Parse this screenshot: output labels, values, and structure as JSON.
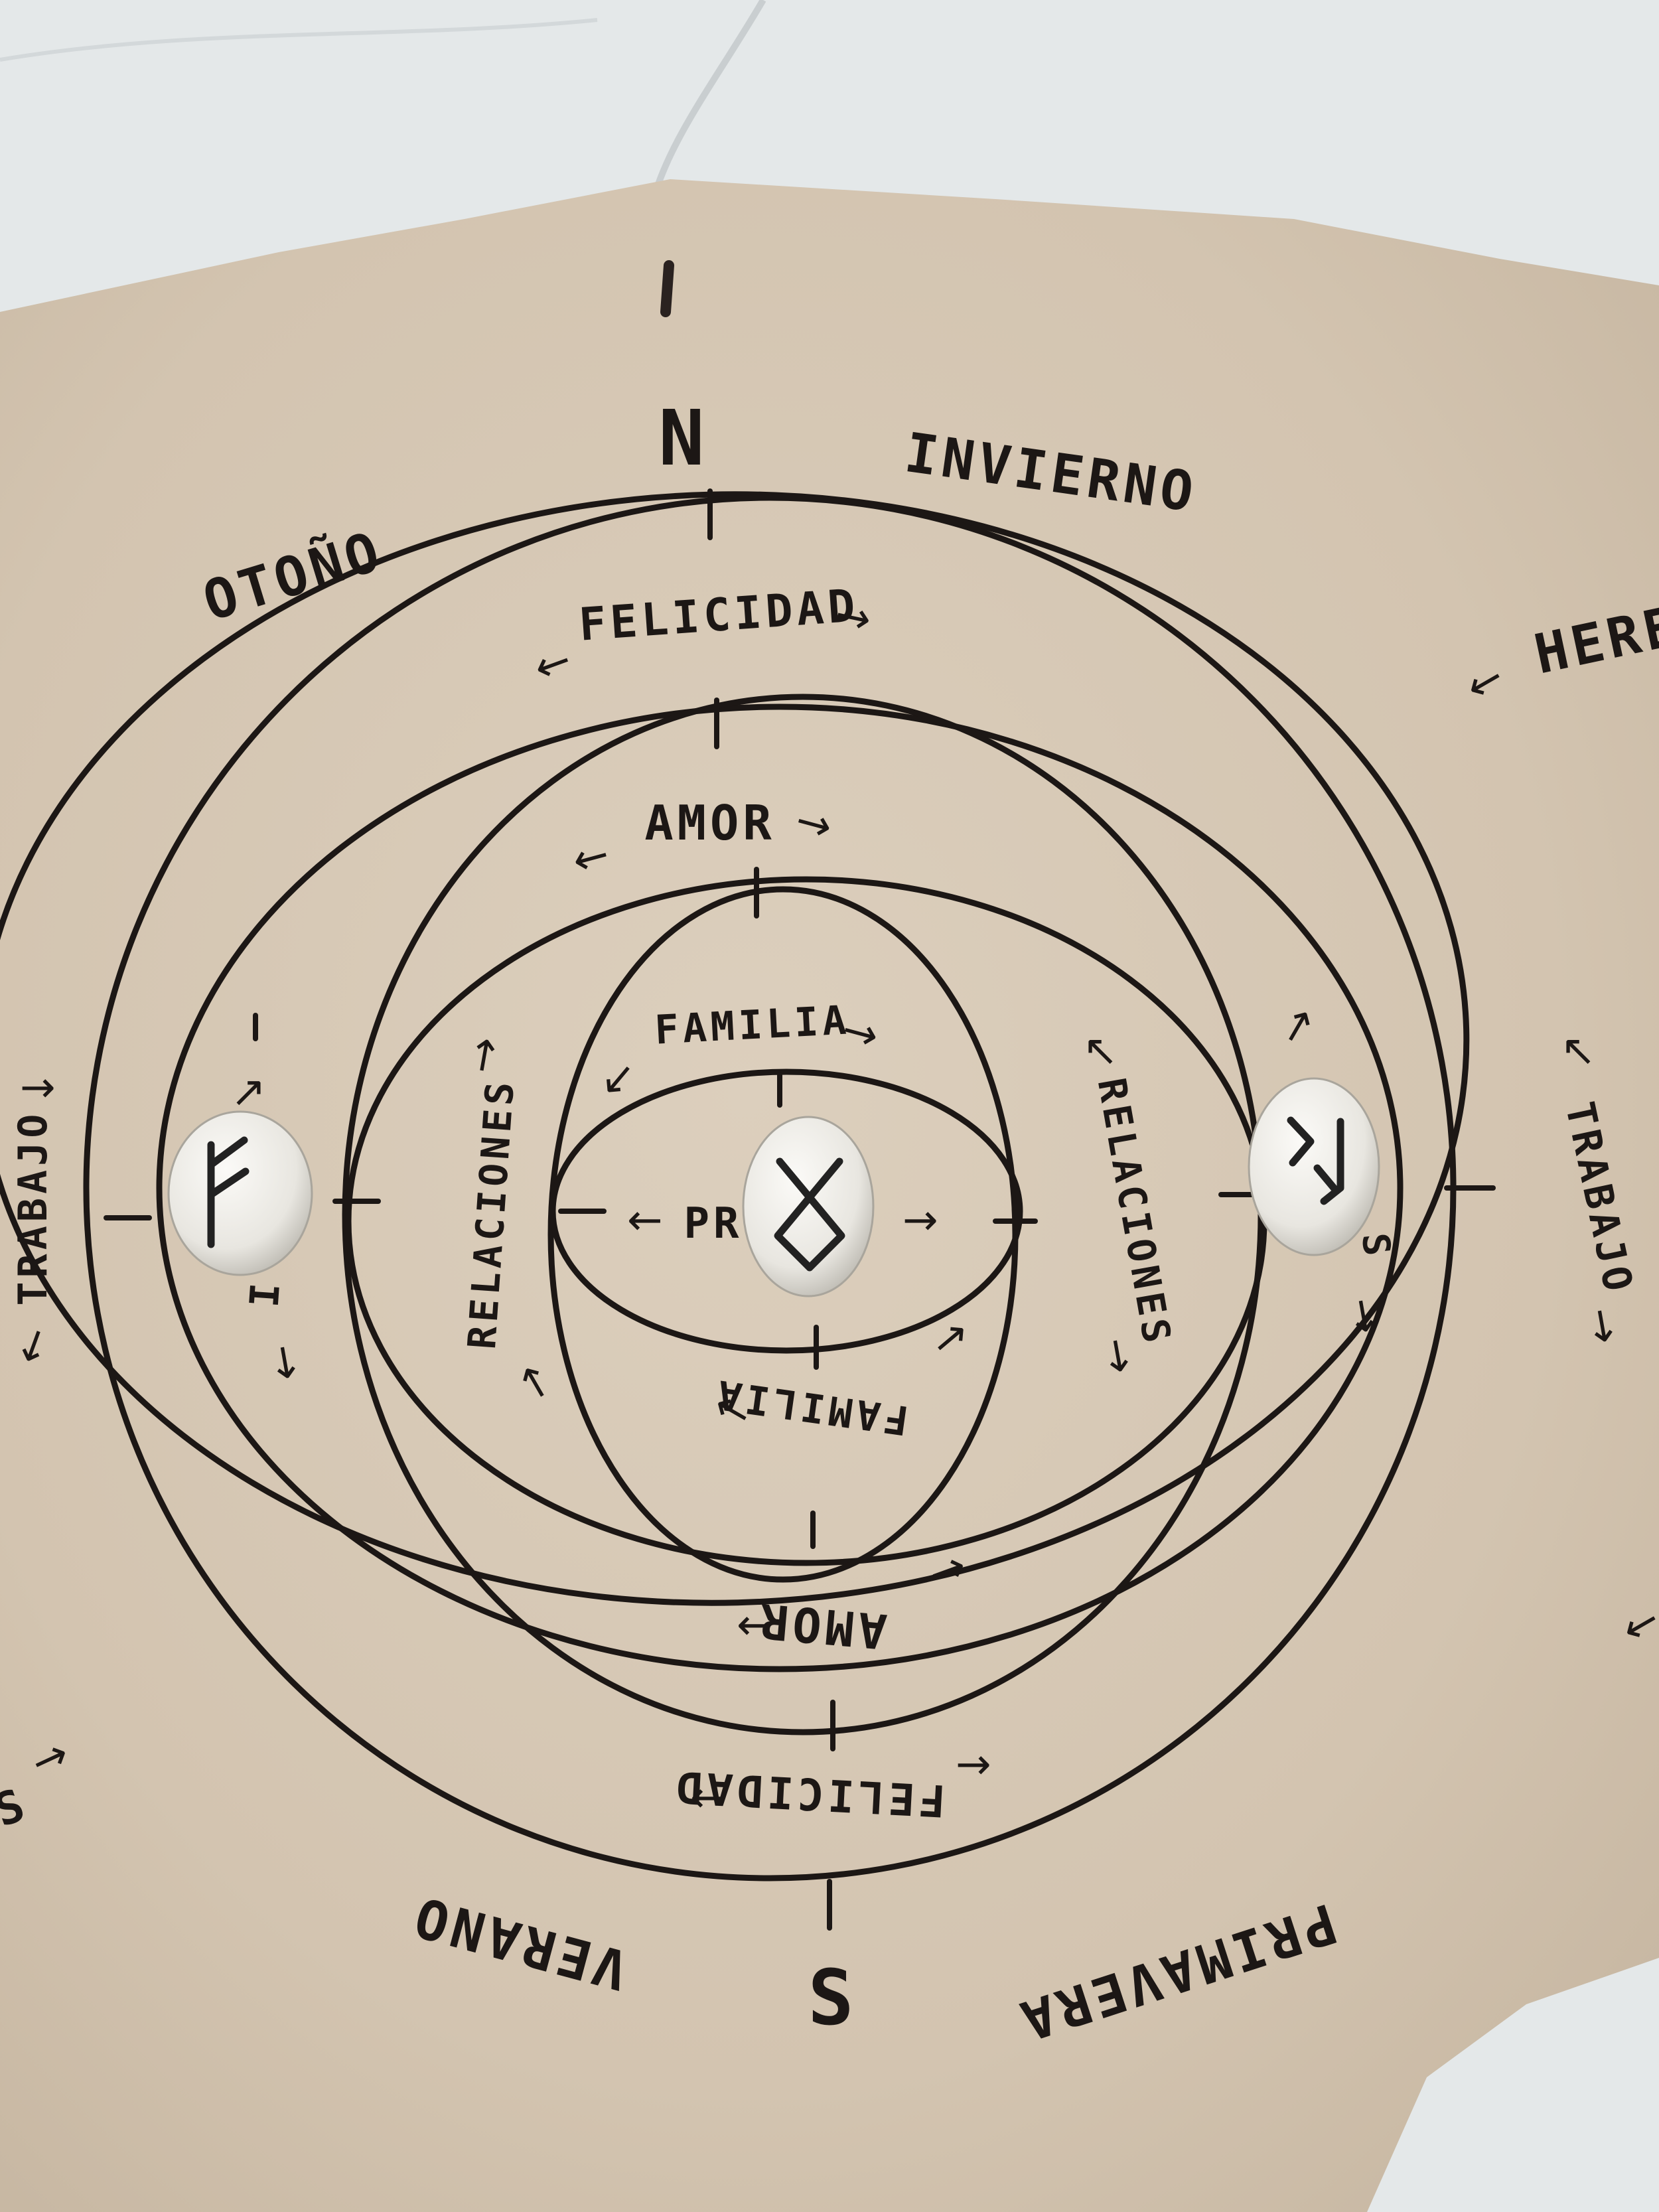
{
  "labels": {
    "north": "N",
    "south": "S",
    "invierno": "INVIERNO",
    "otono": "OTOÑO",
    "verano": "VERANO",
    "primavera": "PRIMAVERA",
    "herencia_partial": "HEREN",
    "felicidad": "FELICIDAD",
    "amor": "AMOR",
    "familia": "FAMILIA",
    "relaciones": "RELACIONES",
    "trabajo": "TRABAJO",
    "center_partial": "PR",
    "left_partial": "I",
    "right_partial": "S",
    "lower_left_partial": "S"
  },
  "colors": {
    "background": "#dfe3e4",
    "parchment": "#d9cbb8",
    "ink": "#1c1715",
    "stone": "#ecebe6"
  },
  "stones": [
    {
      "icon": "fehu-rune-icon"
    },
    {
      "icon": "othala-rune-icon"
    },
    {
      "icon": "jera-rune-icon"
    }
  ]
}
